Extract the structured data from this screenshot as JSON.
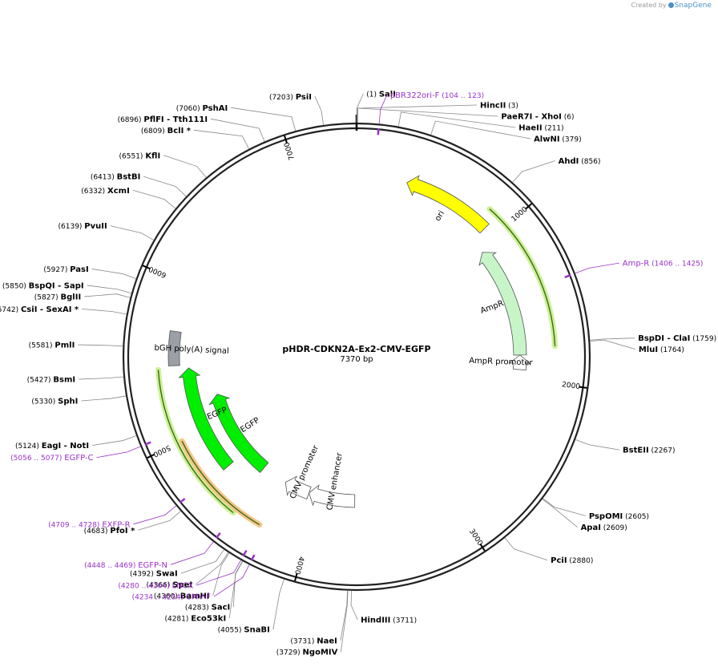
{
  "credit": {
    "prefix": "Created by",
    "brand": "SnapGene"
  },
  "plasmid": {
    "name": "pHDR-CDKN2A-Ex2-CMV-EGFP",
    "size": "7370 bp",
    "length": 7370
  },
  "colors": {
    "enzyme": "#000000",
    "primer": "#9b30c8",
    "ori": "#ffff00",
    "cds": "#00ee00",
    "ampr": "#c8f5c8",
    "promoter": "#ffffff",
    "polya": "#9aa0a6",
    "highlight_green": "#c6f08a",
    "highlight_orange": "#f5c07a"
  },
  "ticks": [
    {
      "pos": 1000,
      "label": "1000"
    },
    {
      "pos": 2000,
      "label": "2000"
    },
    {
      "pos": 3000,
      "label": "3000"
    },
    {
      "pos": 4000,
      "label": "4000"
    },
    {
      "pos": 5000,
      "label": "5000"
    },
    {
      "pos": 6000,
      "label": "6000"
    },
    {
      "pos": 7000,
      "label": "7000"
    }
  ],
  "enzymes_right": [
    {
      "name": "SalI",
      "num": "(1)",
      "pos": 1,
      "numFirst": true
    },
    {
      "name": "HincII",
      "num": "(3)",
      "pos": 3
    },
    {
      "name": "PaeR7I",
      "name2": "XhoI",
      "num": "(6)",
      "pos": 6
    },
    {
      "name": "HaeII",
      "num": "(211)",
      "pos": 211
    },
    {
      "name": "AlwNI",
      "num": "(379)",
      "pos": 379
    },
    {
      "name": "AhdI",
      "num": "(856)",
      "pos": 856
    },
    {
      "name": "BspDI",
      "name2": "ClaI",
      "num": "(1759)",
      "pos": 1759
    },
    {
      "name": "MluI",
      "num": "(1764)",
      "pos": 1764
    },
    {
      "name": "BstEII",
      "num": "(2267)",
      "pos": 2267
    },
    {
      "name": "PspOMI",
      "num": "(2605)",
      "pos": 2605
    },
    {
      "name": "ApaI",
      "num": "(2609)",
      "pos": 2609
    },
    {
      "name": "PciI",
      "num": "(2880)",
      "pos": 2880
    },
    {
      "name": "HindIII",
      "num": "(3711)",
      "pos": 3711
    }
  ],
  "enzymes_left": [
    {
      "name": "PsiI",
      "num": "(7203)",
      "pos": 7203
    },
    {
      "name": "PshAI",
      "num": "(7060)",
      "pos": 7060
    },
    {
      "name": "PflFI",
      "name2": "Tth111I",
      "num": "(6896)",
      "pos": 6896
    },
    {
      "name": "BclI *",
      "num": "(6809)",
      "pos": 6809
    },
    {
      "name": "KflI",
      "num": "(6551)",
      "pos": 6551
    },
    {
      "name": "BstBI",
      "num": "(6413)",
      "pos": 6413
    },
    {
      "name": "XcmI",
      "num": "(6332)",
      "pos": 6332
    },
    {
      "name": "PvuII",
      "num": "(6139)",
      "pos": 6139
    },
    {
      "name": "PasI",
      "num": "(5927)",
      "pos": 5927
    },
    {
      "name": "BspQI",
      "name2": "SapI",
      "num": "(5850)",
      "pos": 5850
    },
    {
      "name": "BglII",
      "num": "(5827)",
      "pos": 5827
    },
    {
      "name": "CsiI",
      "name2": "SexAI *",
      "num": "(5742)",
      "pos": 5742
    },
    {
      "name": "PmlI",
      "num": "(5581)",
      "pos": 5581
    },
    {
      "name": "BsmI",
      "num": "(5427)",
      "pos": 5427
    },
    {
      "name": "SphI",
      "num": "(5330)",
      "pos": 5330
    },
    {
      "name": "EagI",
      "name2": "NotI",
      "num": "(5124)",
      "pos": 5124
    },
    {
      "name": "PfoI *",
      "num": "(4683)",
      "pos": 4683
    },
    {
      "name": "SwaI",
      "num": "(4392)",
      "pos": 4392
    },
    {
      "name": "SpeI",
      "num": "(4366)",
      "pos": 4366
    },
    {
      "name": "BamHI",
      "num": "(4360)",
      "pos": 4360
    },
    {
      "name": "SacI",
      "num": "(4283)",
      "pos": 4283
    },
    {
      "name": "Eco53kI",
      "num": "(4281)",
      "pos": 4281
    },
    {
      "name": "SnaBI",
      "num": "(4055)",
      "pos": 4055
    },
    {
      "name": "NaeI",
      "num": "(3731)",
      "pos": 3731
    },
    {
      "name": "NgoMIV",
      "num": "(3729)",
      "pos": 3729
    }
  ],
  "primers": [
    {
      "name": "pBR322ori-F",
      "range": "(104 .. 123)",
      "pos": 113,
      "side": "right"
    },
    {
      "name": "Amp-R",
      "range": "(1406 .. 1425)",
      "pos": 1415,
      "side": "right"
    },
    {
      "name": "EGFP-C",
      "range": "(5056 .. 5077)",
      "pos": 5066,
      "side": "left"
    },
    {
      "name": "EXFP-R",
      "range": "(4709 .. 4728)",
      "pos": 4718,
      "side": "left"
    },
    {
      "name": "EGFP-N",
      "range": "(4448 .. 4469)",
      "pos": 4458,
      "side": "left"
    },
    {
      "name": "LNCX",
      "range": "(4280 .. 4304)",
      "pos": 4292,
      "side": "left"
    },
    {
      "name": "CMV-F",
      "range": "(4234 .. 4254)",
      "pos": 4244,
      "side": "left"
    }
  ],
  "features": [
    {
      "name": "ori",
      "start": 330,
      "end": 920,
      "dir": "ccw",
      "type": "ori"
    },
    {
      "name": "AmpR",
      "start": 1030,
      "end": 1830,
      "dir": "ccw",
      "type": "ampr"
    },
    {
      "name": "AmpR promoter",
      "start": 1830,
      "end": 1935,
      "dir": "ccw",
      "type": "promoter"
    },
    {
      "name": "EGFP",
      "start": 4500,
      "end": 5220,
      "dir": "cw",
      "type": "cds"
    },
    {
      "name": "EGFP",
      "start": 4700,
      "end": 5450,
      "dir": "cw",
      "type": "cds"
    },
    {
      "name": "bGH poly(A) signal",
      "start": 5470,
      "end": 5690,
      "dir": "none",
      "type": "polya"
    },
    {
      "name": "CMV enhancer",
      "start": 3700,
      "end": 4080,
      "dir": "cw",
      "type": "promoter"
    },
    {
      "name": "CMV promoter",
      "start": 4080,
      "end": 4290,
      "dir": "cw",
      "type": "promoter"
    }
  ],
  "highlights": [
    {
      "start": 860,
      "end": 1780,
      "color": "green"
    },
    {
      "start": 4470,
      "end": 5450,
      "color": "green"
    },
    {
      "start": 4300,
      "end": 5000,
      "color": "orange"
    }
  ]
}
